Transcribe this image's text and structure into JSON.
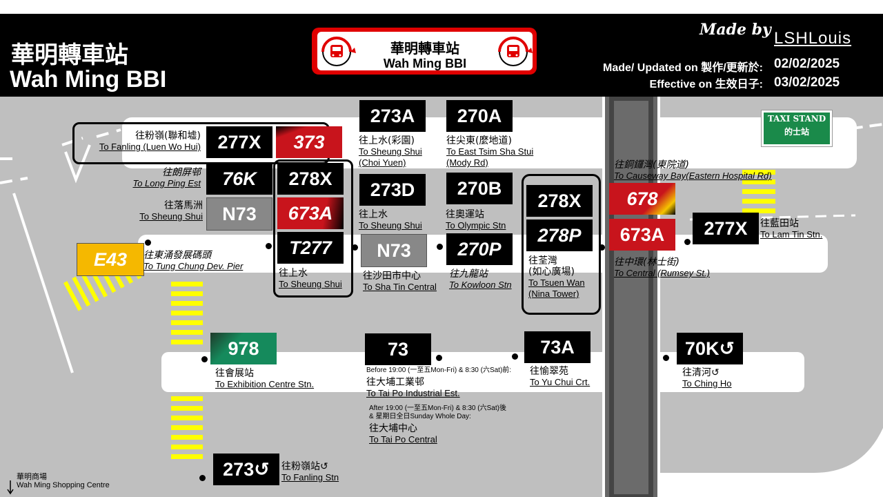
{
  "header": {
    "title_cn": "華明轉車站",
    "title_en": "Wah Ming BBI",
    "banner_cn": "華明轉車站",
    "banner_en": "Wah Ming BBI",
    "made_by_label": "Made by",
    "author": "LSHLouis",
    "updated_label": "Made/ Updated on 製作/更新於:",
    "updated_date": "02/02/2025",
    "effective_label": "Effective on 生效日子:",
    "effective_date": "03/02/2025"
  },
  "taxi": {
    "en": "TAXI STAND",
    "cn": "的士站"
  },
  "routes": {
    "r277x_top": "277X",
    "r373": "373",
    "r76k": "76K",
    "rN73_left": "N73",
    "r278x_a": "278X",
    "r673a_a": "673A",
    "rT277": "T277",
    "r273a": "273A",
    "r273d": "273D",
    "rN73_mid": "N73",
    "r270a": "270A",
    "r270b": "270B",
    "r270p": "270P",
    "r278x_b": "278X",
    "r278p": "278P",
    "r678": "678",
    "r673a_b": "673A",
    "r277x_right": "277X",
    "rE43": "E43",
    "r978": "978",
    "r73": "73",
    "r73a": "73A",
    "r70k": "70K↺",
    "r273": "273↺"
  },
  "labels": {
    "fanling_lwh_cn": "往粉嶺(聯和墟)",
    "fanling_lwh_en": "To Fanling (Luen Wo Hui)",
    "longping_cn": "往朗屏邨",
    "longping_en": "To Long Ping Est",
    "sheungshui_left_cn": "往落馬洲",
    "sheungshui_left_en": "To Sheung Shui",
    "tungchung_cn": "往東涌發展碼頭",
    "tungchung_en": "To Tung Chung Dev. Pier",
    "t277_cn": "往上水",
    "t277_en": "To Sheung Shui",
    "choiyuen_cn": "往上水(彩園)",
    "choiyuen_en1": "To Sheung Shui",
    "choiyuen_en2": "(Choi Yuen)",
    "ss273d_cn": "往上水",
    "ss273d_en": "To Sheung Shui",
    "shatin_cn": "往沙田市中心",
    "shatin_en": "To Sha Tin Central",
    "tst_cn": "往尖東(麼地道)",
    "tst_en1": "To East Tsim Sha Stui",
    "tst_en2": "(Mody Rd)",
    "olympic_cn": "往奧運站",
    "olympic_en": "To Olympic Stn",
    "kowloon_cn": "往九龍站",
    "kowloon_en": "To Kowloon Stn",
    "tsuenwan_cn1": "往荃灣",
    "tsuenwan_cn2": "(如心廣場)",
    "tsuenwan_en1": "To Tsuen Wan",
    "tsuenwan_en2": "(Nina Tower)",
    "cwb_cn": "往銅鑼灣(東院道)",
    "cwb_en": "To Causeway Bay(Eastern Hospital Rd)",
    "central_cn": "往中環(林士街)",
    "central_en": "To Central (Rumsey St.)",
    "lamtin_cn": "往藍田站",
    "lamtin_en": "To Lam Tin Stn.",
    "exhibition_cn": "往會展站",
    "exhibition_en": "To Exhibition Centre Stn.",
    "before19": "Before 19:00 (一至五Mon-Fri) & 8:30 (六Sat)前:",
    "taipoind_cn": "往大埔工業邨",
    "taipoind_en": "To Tai Po Industrial Est.",
    "after19a": "After 19:00 (一至五Mon-Fri) & 8:30 (六Sat)後",
    "after19b": "& 星期日全日Sunday Whole Day:",
    "taipoc_cn": "往大埔中心",
    "taipoc_en": "To Tai Po Central",
    "yuchui_cn": "往愉翠苑",
    "yuchui_en": "To Yu Chui Crt.",
    "chingho_cn": "往清河↺",
    "chingho_en": "To Ching Ho",
    "fanlingstn_cn": "往粉嶺站↺",
    "fanlingstn_en": "To Fanling Stn",
    "mall_cn": "華明商場",
    "mall_en": "Wah Ming Shopping Centre"
  }
}
